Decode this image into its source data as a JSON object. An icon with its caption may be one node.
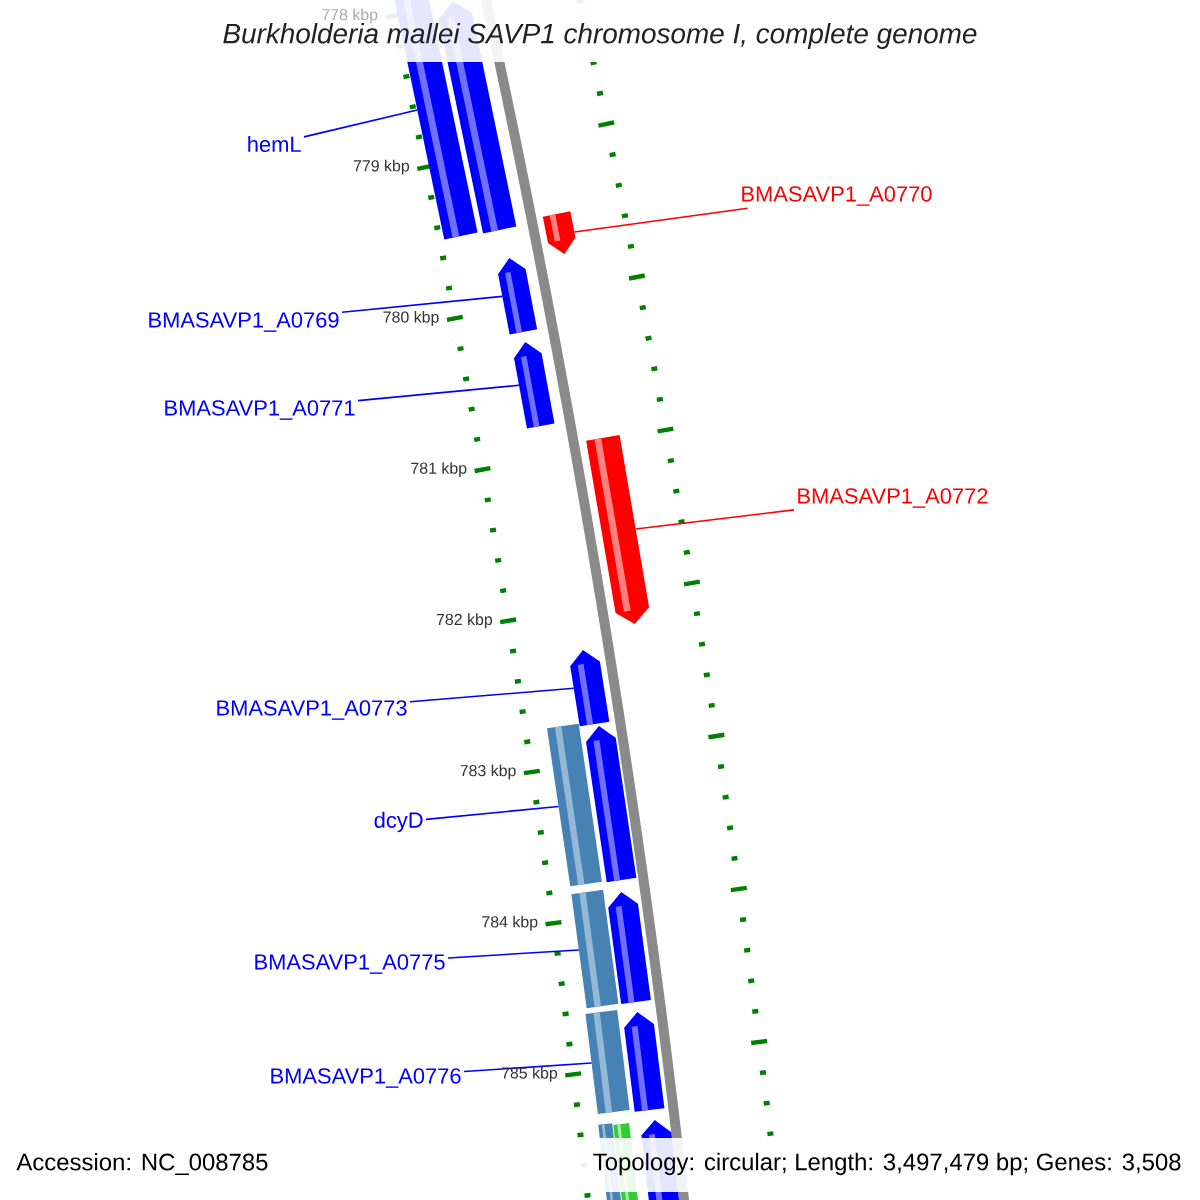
{
  "diagram": {
    "title": "Burkholderia mallei SAVP1 chromosome I, complete genome",
    "nodes": [
      {
        "text": [
          "hemL"
        ]
      },
      {
        "text": [],
        "shape": "bar"
      },
      {
        "text": [
          "BMASAVP1_A0770"
        ]
      },
      {
        "text": [],
        "shape": "bar"
      },
      {
        "text": [
          "BMASAVP1_A0769"
        ]
      },
      {
        "text": [],
        "shape": "bar"
      },
      {
        "text": [
          "BMASAVP1_A0771"
        ]
      },
      {
        "text": [],
        "shape": "bar"
      },
      {
        "text": [
          "BMASAVP1_A0772"
        ]
      },
      {
        "text": [],
        "shape": "bar"
      },
      {
        "text": [
          "BMASAVP1_A0773"
        ]
      },
      {
        "text": [],
        "shape": "bar"
      },
      {
        "text": [
          "dcyD"
        ]
      },
      {
        "text": [],
        "shape": "bar"
      },
      {
        "text": [
          "BMASAVP1_A0775"
        ]
      },
      {
        "text": [],
        "shape": "bar"
      },
      {
        "text": [
          "BMASAVP1_A0776"
        ]
      },
      {
        "text": [],
        "shape": "bar"
      },
      {
        "text": [],
        "shape": "bar"
      },
      {
        "text": [],
        "shape": "bar"
      },
      {
        "text": [],
        "shape": "bar"
      },
      {
        "text": [],
        "shape": "bar"
      },
      {
        "text": [],
        "shape": "bar"
      },
      {
        "text": [],
        "shape": "bar"
      },
      {
        "text": [],
        "shape": "bar"
      }
    ],
    "edges": [
      {
        "from": 0,
        "to": 1,
        "arrow": "none"
      },
      {
        "from": 2,
        "to": 3,
        "arrow": "none",
        "color": "#ff0000"
      },
      {
        "from": 4,
        "to": 5,
        "arrow": "none"
      },
      {
        "from": 6,
        "to": 7,
        "arrow": "none"
      },
      {
        "from": 8,
        "to": 9,
        "arrow": "none",
        "color": "#ff0000"
      },
      {
        "from": 10,
        "to": 11,
        "arrow": "none"
      },
      {
        "from": 12,
        "to": 13,
        "arrow": "none"
      },
      {
        "from": 14,
        "to": 15,
        "arrow": "none"
      },
      {
        "from": 16,
        "to": 17,
        "arrow": "none"
      }
    ],
    "labels": [
      "778 kbp",
      "779 kbp",
      "780 kbp",
      "781 kbp",
      "782 kbp",
      "783 kbp",
      "784 kbp",
      "785 kbp",
      "Accession: NC_008785",
      "Topology: circular; Length: 3,497,479 bp; Genes: 3,508"
    ]
  }
}
